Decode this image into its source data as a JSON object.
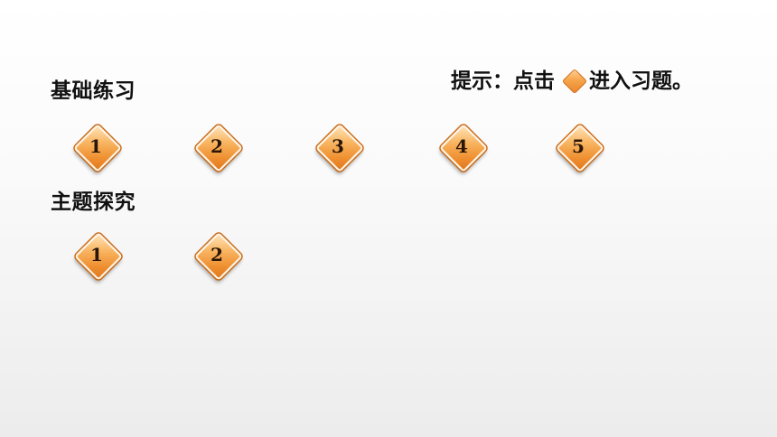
{
  "hint": {
    "prefix": "提示：点击",
    "suffix": "进入习题。",
    "icon": "orange-diamond-icon"
  },
  "sections": [
    {
      "title": "基础练习",
      "items": [
        "1",
        "2",
        "3",
        "4",
        "5"
      ]
    },
    {
      "title": "主题探究",
      "items": [
        "1",
        "2"
      ]
    }
  ],
  "colors": {
    "diamond_light": "#ffe2b6",
    "diamond_mid": "#f8b25d",
    "diamond_dark": "#e07a1f",
    "text": "#111111"
  }
}
